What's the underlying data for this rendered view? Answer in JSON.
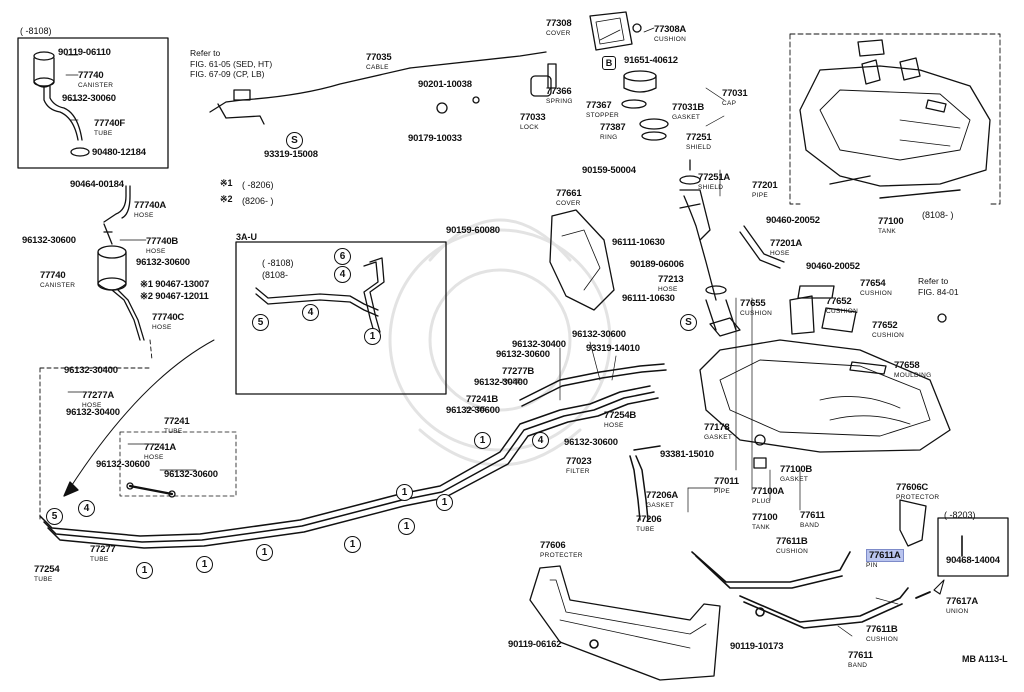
{
  "diagram": {
    "code": "MB A113-L",
    "markers": {
      "s": "S",
      "b": "B",
      "n1": "1",
      "n4": "4",
      "n5": "5",
      "n6": "6"
    },
    "notes": {
      "k1": "※1",
      "k1v": "( -8206)",
      "k2": "※2",
      "k2v": "(8206- )",
      "variant3a": "3A-U",
      "variant_a": "( -8108)",
      "variant_b": "(8108-",
      "top_left_range": "( -8108)",
      "tank_range": "(8108- )",
      "pin_range": "( -8203)"
    },
    "refs": {
      "ref1": [
        "Refer to",
        "FIG. 61-05 (SED, HT)",
        "FIG. 67-09 (CP, LB)"
      ],
      "ref2": [
        "Refer to",
        "FIG. 84-01"
      ]
    },
    "parts": [
      {
        "id": "p90119_06110",
        "num": "90119-06110",
        "name": ""
      },
      {
        "id": "p77740a",
        "num": "77740",
        "name": "CANISTER"
      },
      {
        "id": "p96132_30060",
        "num": "96132-30060",
        "name": ""
      },
      {
        "id": "p77740f",
        "num": "77740F",
        "name": "TUBE"
      },
      {
        "id": "p90480",
        "num": "90480-12184",
        "name": ""
      },
      {
        "id": "p90464",
        "num": "90464-00184",
        "name": ""
      },
      {
        "id": "p77740ah",
        "num": "77740A",
        "name": "HOSE"
      },
      {
        "id": "p96132_30600a",
        "num": "96132-30600",
        "name": ""
      },
      {
        "id": "p77740b",
        "num": "77740B",
        "name": "HOSE"
      },
      {
        "id": "p96132_30600b",
        "num": "96132-30600",
        "name": ""
      },
      {
        "id": "p77740c2",
        "num": "77740",
        "name": "CANISTER"
      },
      {
        "id": "p90467_13007",
        "num": "※1 90467-13007",
        "name": ""
      },
      {
        "id": "p90467_12011",
        "num": "※2 90467-12011",
        "name": ""
      },
      {
        "id": "p77740c",
        "num": "77740C",
        "name": "HOSE"
      },
      {
        "id": "p77035",
        "num": "77035",
        "name": "CABLE"
      },
      {
        "id": "p93319",
        "num": "93319-15008",
        "name": ""
      },
      {
        "id": "p90201",
        "num": "90201-10038",
        "name": ""
      },
      {
        "id": "p90179",
        "num": "90179-10033",
        "name": ""
      },
      {
        "id": "p77308",
        "num": "77308",
        "name": "COVER"
      },
      {
        "id": "p77308a",
        "num": "77308A",
        "name": "CUSHION"
      },
      {
        "id": "p91651",
        "num": "91651-40612",
        "name": ""
      },
      {
        "id": "p77366",
        "num": "77366",
        "name": "SPRING"
      },
      {
        "id": "p77033",
        "num": "77033",
        "name": "LOCK"
      },
      {
        "id": "p77367",
        "num": "77367",
        "name": "STOPPER"
      },
      {
        "id": "p77031",
        "num": "77031",
        "name": "CAP"
      },
      {
        "id": "p77031b",
        "num": "77031B",
        "name": "GASKET"
      },
      {
        "id": "p77387",
        "num": "77387",
        "name": "RING"
      },
      {
        "id": "p77251",
        "num": "77251",
        "name": "SHIELD"
      },
      {
        "id": "p90159_50004",
        "num": "90159-50004",
        "name": ""
      },
      {
        "id": "p77251a",
        "num": "77251A",
        "name": "SHIELD"
      },
      {
        "id": "p77201",
        "num": "77201",
        "name": "PIPE"
      },
      {
        "id": "p77661",
        "num": "77661",
        "name": "COVER"
      },
      {
        "id": "p90159_60080",
        "num": "90159-60080",
        "name": ""
      },
      {
        "id": "p90460_a",
        "num": "90460-20052",
        "name": ""
      },
      {
        "id": "p96111_a",
        "num": "96111-10630",
        "name": ""
      },
      {
        "id": "p77201a",
        "num": "77201A",
        "name": "HOSE"
      },
      {
        "id": "p90189",
        "num": "90189-06006",
        "name": ""
      },
      {
        "id": "p77213",
        "num": "77213",
        "name": "HOSE"
      },
      {
        "id": "p90460_b",
        "num": "90460-20052",
        "name": ""
      },
      {
        "id": "p77654",
        "num": "77654",
        "name": "CUSHION"
      },
      {
        "id": "p96111_b",
        "num": "96111-10630",
        "name": ""
      },
      {
        "id": "p77655",
        "num": "77655",
        "name": "CUSHION"
      },
      {
        "id": "p77652a",
        "num": "77652",
        "name": "CUSHION"
      },
      {
        "id": "p77652b",
        "num": "77652",
        "name": "CUSHION"
      },
      {
        "id": "p77658",
        "num": "77658",
        "name": "MOULDING"
      },
      {
        "id": "p77100t",
        "num": "77100",
        "name": "TANK"
      },
      {
        "id": "p96132_30600c",
        "num": "96132-30600",
        "name": ""
      },
      {
        "id": "p96132_30400a",
        "num": "96132-30400",
        "name": ""
      },
      {
        "id": "p96132_30600d",
        "num": "96132-30600",
        "name": ""
      },
      {
        "id": "p77277b",
        "num": "77277B",
        "name": "HOSE"
      },
      {
        "id": "p93319_14010",
        "num": "93319-14010",
        "name": ""
      },
      {
        "id": "p96132_30400b",
        "num": "96132-30400",
        "name": ""
      },
      {
        "id": "p77241b",
        "num": "77241B",
        "name": "HOSE"
      },
      {
        "id": "p96132_30600e",
        "num": "96132-30600",
        "name": ""
      },
      {
        "id": "p77254b",
        "num": "77254B",
        "name": "HOSE"
      },
      {
        "id": "p96132_30600f",
        "num": "96132-30600",
        "name": ""
      },
      {
        "id": "p93381",
        "num": "93381-15010",
        "name": ""
      },
      {
        "id": "p77023",
        "num": "77023",
        "name": "FILTER"
      },
      {
        "id": "p77178",
        "num": "77178",
        "name": "GASKET"
      },
      {
        "id": "p77011",
        "num": "77011",
        "name": "PIPE"
      },
      {
        "id": "p77100b",
        "num": "77100B",
        "name": "GASKET"
      },
      {
        "id": "p77100a",
        "num": "77100A",
        "name": "PLUG"
      },
      {
        "id": "p77206a",
        "num": "77206A",
        "name": "GASKET"
      },
      {
        "id": "p77206",
        "num": "77206",
        "name": "TUBE"
      },
      {
        "id": "p77100b2",
        "num": "77100",
        "name": "TANK"
      },
      {
        "id": "p77611",
        "num": "77611",
        "name": "BAND"
      },
      {
        "id": "p96132_30400c",
        "num": "96132-30400",
        "name": ""
      },
      {
        "id": "p77277a",
        "num": "77277A",
        "name": "HOSE"
      },
      {
        "id": "p96132_30400d",
        "num": "96132-30400",
        "name": ""
      },
      {
        "id": "p77241",
        "num": "77241",
        "name": "TUBE"
      },
      {
        "id": "p77241a",
        "num": "77241A",
        "name": "HOSE"
      },
      {
        "id": "p96132_30600g",
        "num": "96132-30600",
        "name": ""
      },
      {
        "id": "p96132_30600h",
        "num": "96132-30600",
        "name": ""
      },
      {
        "id": "p77254",
        "num": "77254",
        "name": "TUBE"
      },
      {
        "id": "p77277",
        "num": "77277",
        "name": "TUBE"
      },
      {
        "id": "p77606",
        "num": "77606",
        "name": "PROTECTER"
      },
      {
        "id": "p90119_06162",
        "num": "90119-06162",
        "name": ""
      },
      {
        "id": "p90119_10173",
        "num": "90119-10173",
        "name": ""
      },
      {
        "id": "p77611b",
        "num": "77611B",
        "name": "CUSHION"
      },
      {
        "id": "p77611b2",
        "num": "77611B",
        "name": "CUSHION"
      },
      {
        "id": "p77611b3",
        "num": "77611",
        "name": "BAND"
      },
      {
        "id": "p77606c",
        "num": "77606C",
        "name": "PROTECTOR"
      },
      {
        "id": "p77611a",
        "num": "77611A",
        "name": "PIN"
      },
      {
        "id": "p90468",
        "num": "90468-14004",
        "name": ""
      },
      {
        "id": "p77617a",
        "num": "77617A",
        "name": "UNION"
      }
    ]
  }
}
